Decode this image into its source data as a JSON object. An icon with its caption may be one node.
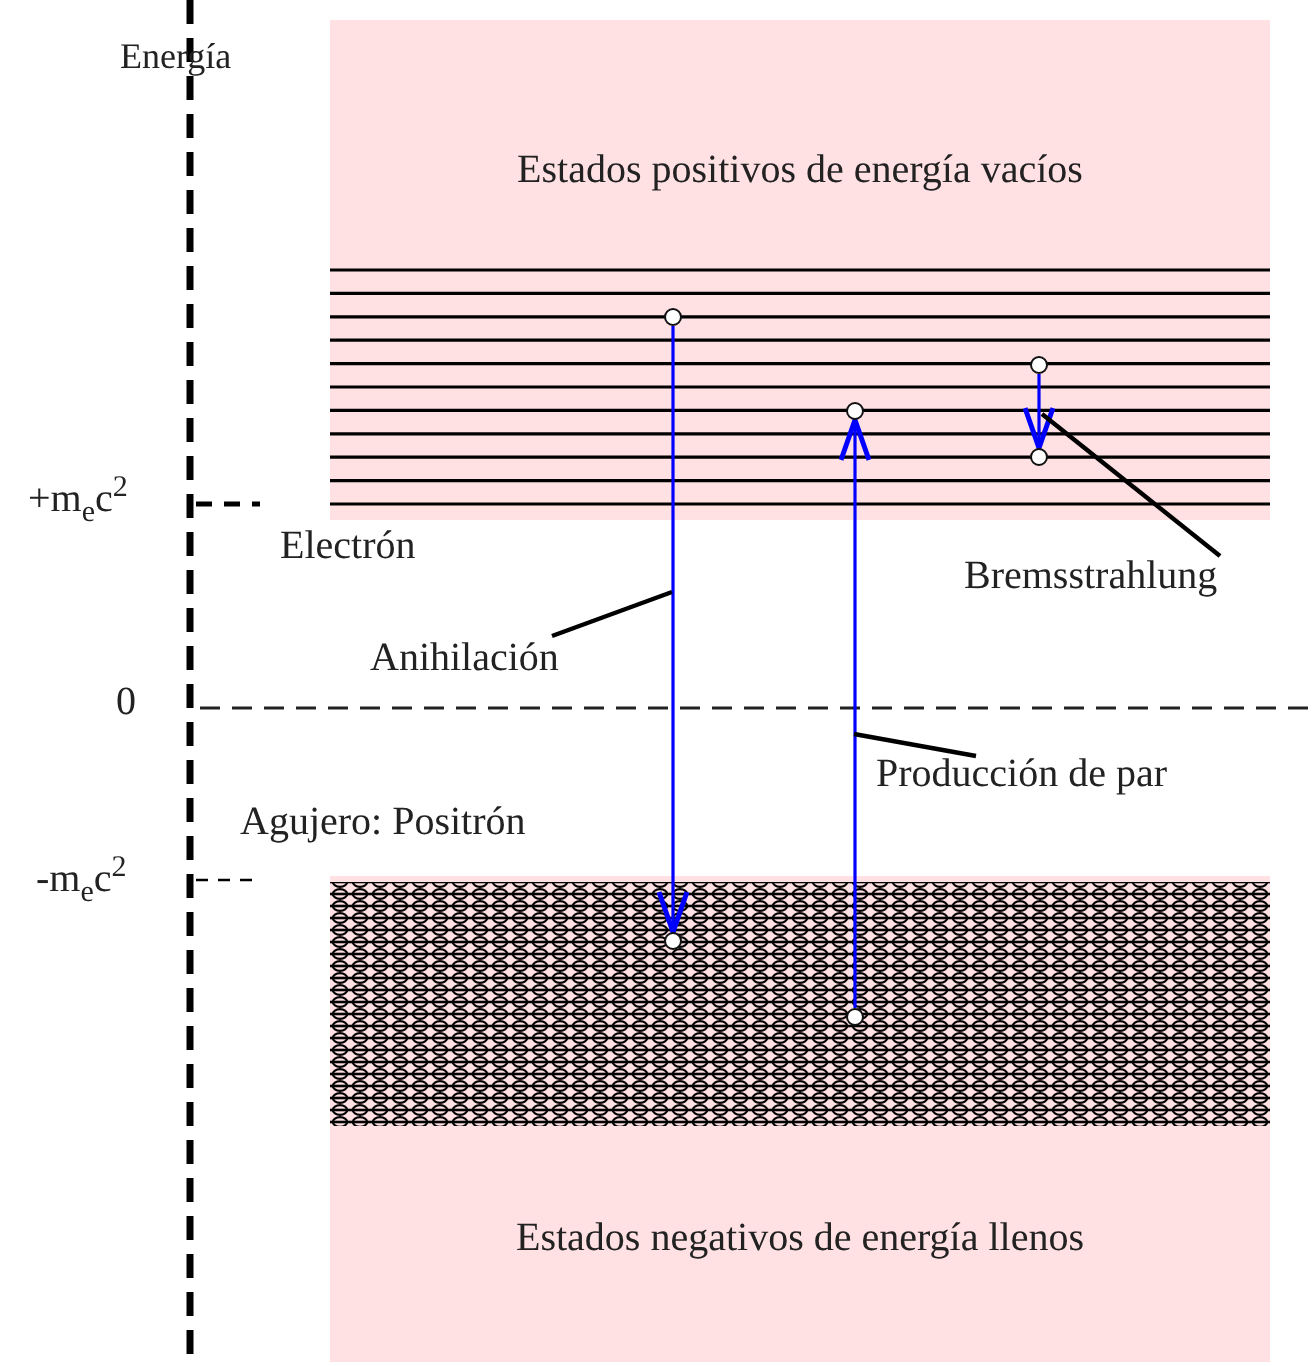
{
  "diagram": {
    "nodes": [
      {
        "text": [
          "Estados positivos de energía vacíos"
        ]
      },
      {
        "text": [
          "Estados negativos de energía llenos"
        ]
      },
      {
        "text": [],
        "shape": "circle",
        "in": 0
      },
      {
        "text": [],
        "shape": "circle",
        "in": 1
      },
      {
        "text": [],
        "shape": "circle",
        "in": 1
      },
      {
        "text": [],
        "shape": "circle",
        "in": 0
      },
      {
        "text": [],
        "shape": "circle",
        "in": 0
      },
      {
        "text": [],
        "shape": "circle",
        "in": 0
      },
      {
        "text": [
          "Anihilación"
        ]
      },
      {
        "text": [
          "Producción de par"
        ]
      },
      {
        "text": [
          "Bremsstrahlung"
        ]
      }
    ],
    "edges": [
      {
        "from": 2,
        "to": 3,
        "arrow": "to",
        "color": "#0000ff"
      },
      {
        "from": 4,
        "to": 5,
        "arrow": "to",
        "color": "#0000ff"
      },
      {
        "from": 6,
        "to": 7,
        "arrow": "to",
        "color": "#0000ff"
      },
      {
        "from": 8,
        "to": null,
        "arrow": "none",
        "color": "#000000"
      },
      {
        "from": 9,
        "to": null,
        "arrow": "none",
        "color": "#000000"
      },
      {
        "from": 10,
        "to": null,
        "arrow": "none",
        "color": "#000000"
      }
    ],
    "labels": [
      "Energía",
      "+m$_{e}$c$^{2}$",
      "0",
      "-m$_{e}$c$^{2}$",
      "Electrón",
      "Agujero: Positrón"
    ]
  }
}
